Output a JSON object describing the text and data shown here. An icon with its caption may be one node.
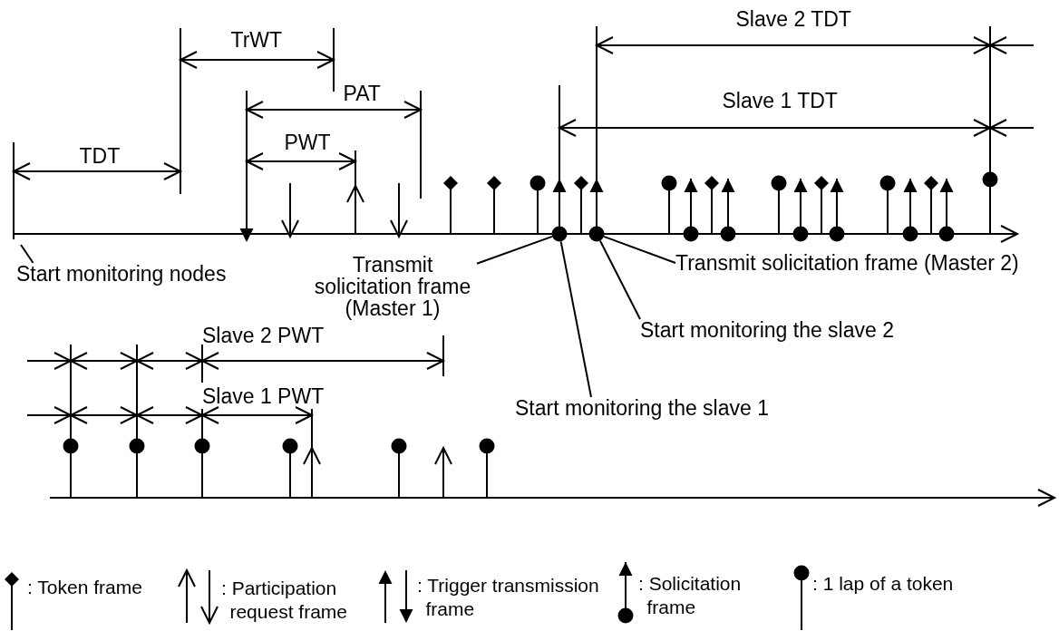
{
  "diagram": {
    "nodes": [
      {
        "text": [
          "Start monitoring nodes"
        ]
      },
      {
        "text": [
          "Transmit solicitation frame (Master 1)"
        ]
      },
      {
        "text": [
          "Transmit solicitation frame (Master 2)"
        ]
      },
      {
        "text": [
          "Start monitoring the slave 2"
        ]
      },
      {
        "text": [
          "Start monitoring the slave 1"
        ]
      },
      {
        "text": [],
        "shape": "circle"
      },
      {
        "text": [],
        "shape": "circle"
      }
    ],
    "edges": [
      {
        "from": 0,
        "to": null,
        "arrow": "none"
      },
      {
        "from": 1,
        "to": 5,
        "arrow": "none"
      },
      {
        "from": 2,
        "to": 6,
        "arrow": "none"
      },
      {
        "from": 3,
        "to": 6,
        "arrow": "none"
      },
      {
        "from": 4,
        "to": 5,
        "arrow": "none"
      }
    ],
    "labels": [
      "Slave 2 TDT",
      "TrWT",
      "PAT",
      "Slave 1 TDT",
      "PWT",
      "TDT",
      "Slave 2 PWT",
      "Slave 1 PWT"
    ],
    "legend": [
      {
        "text": ": Token frame"
      },
      {
        "text": ": Participation request frame"
      },
      {
        "text": ": Trigger transmission frame"
      },
      {
        "text": ": Solicitation frame"
      },
      {
        "text": ": 1 lap of a token"
      }
    ]
  }
}
